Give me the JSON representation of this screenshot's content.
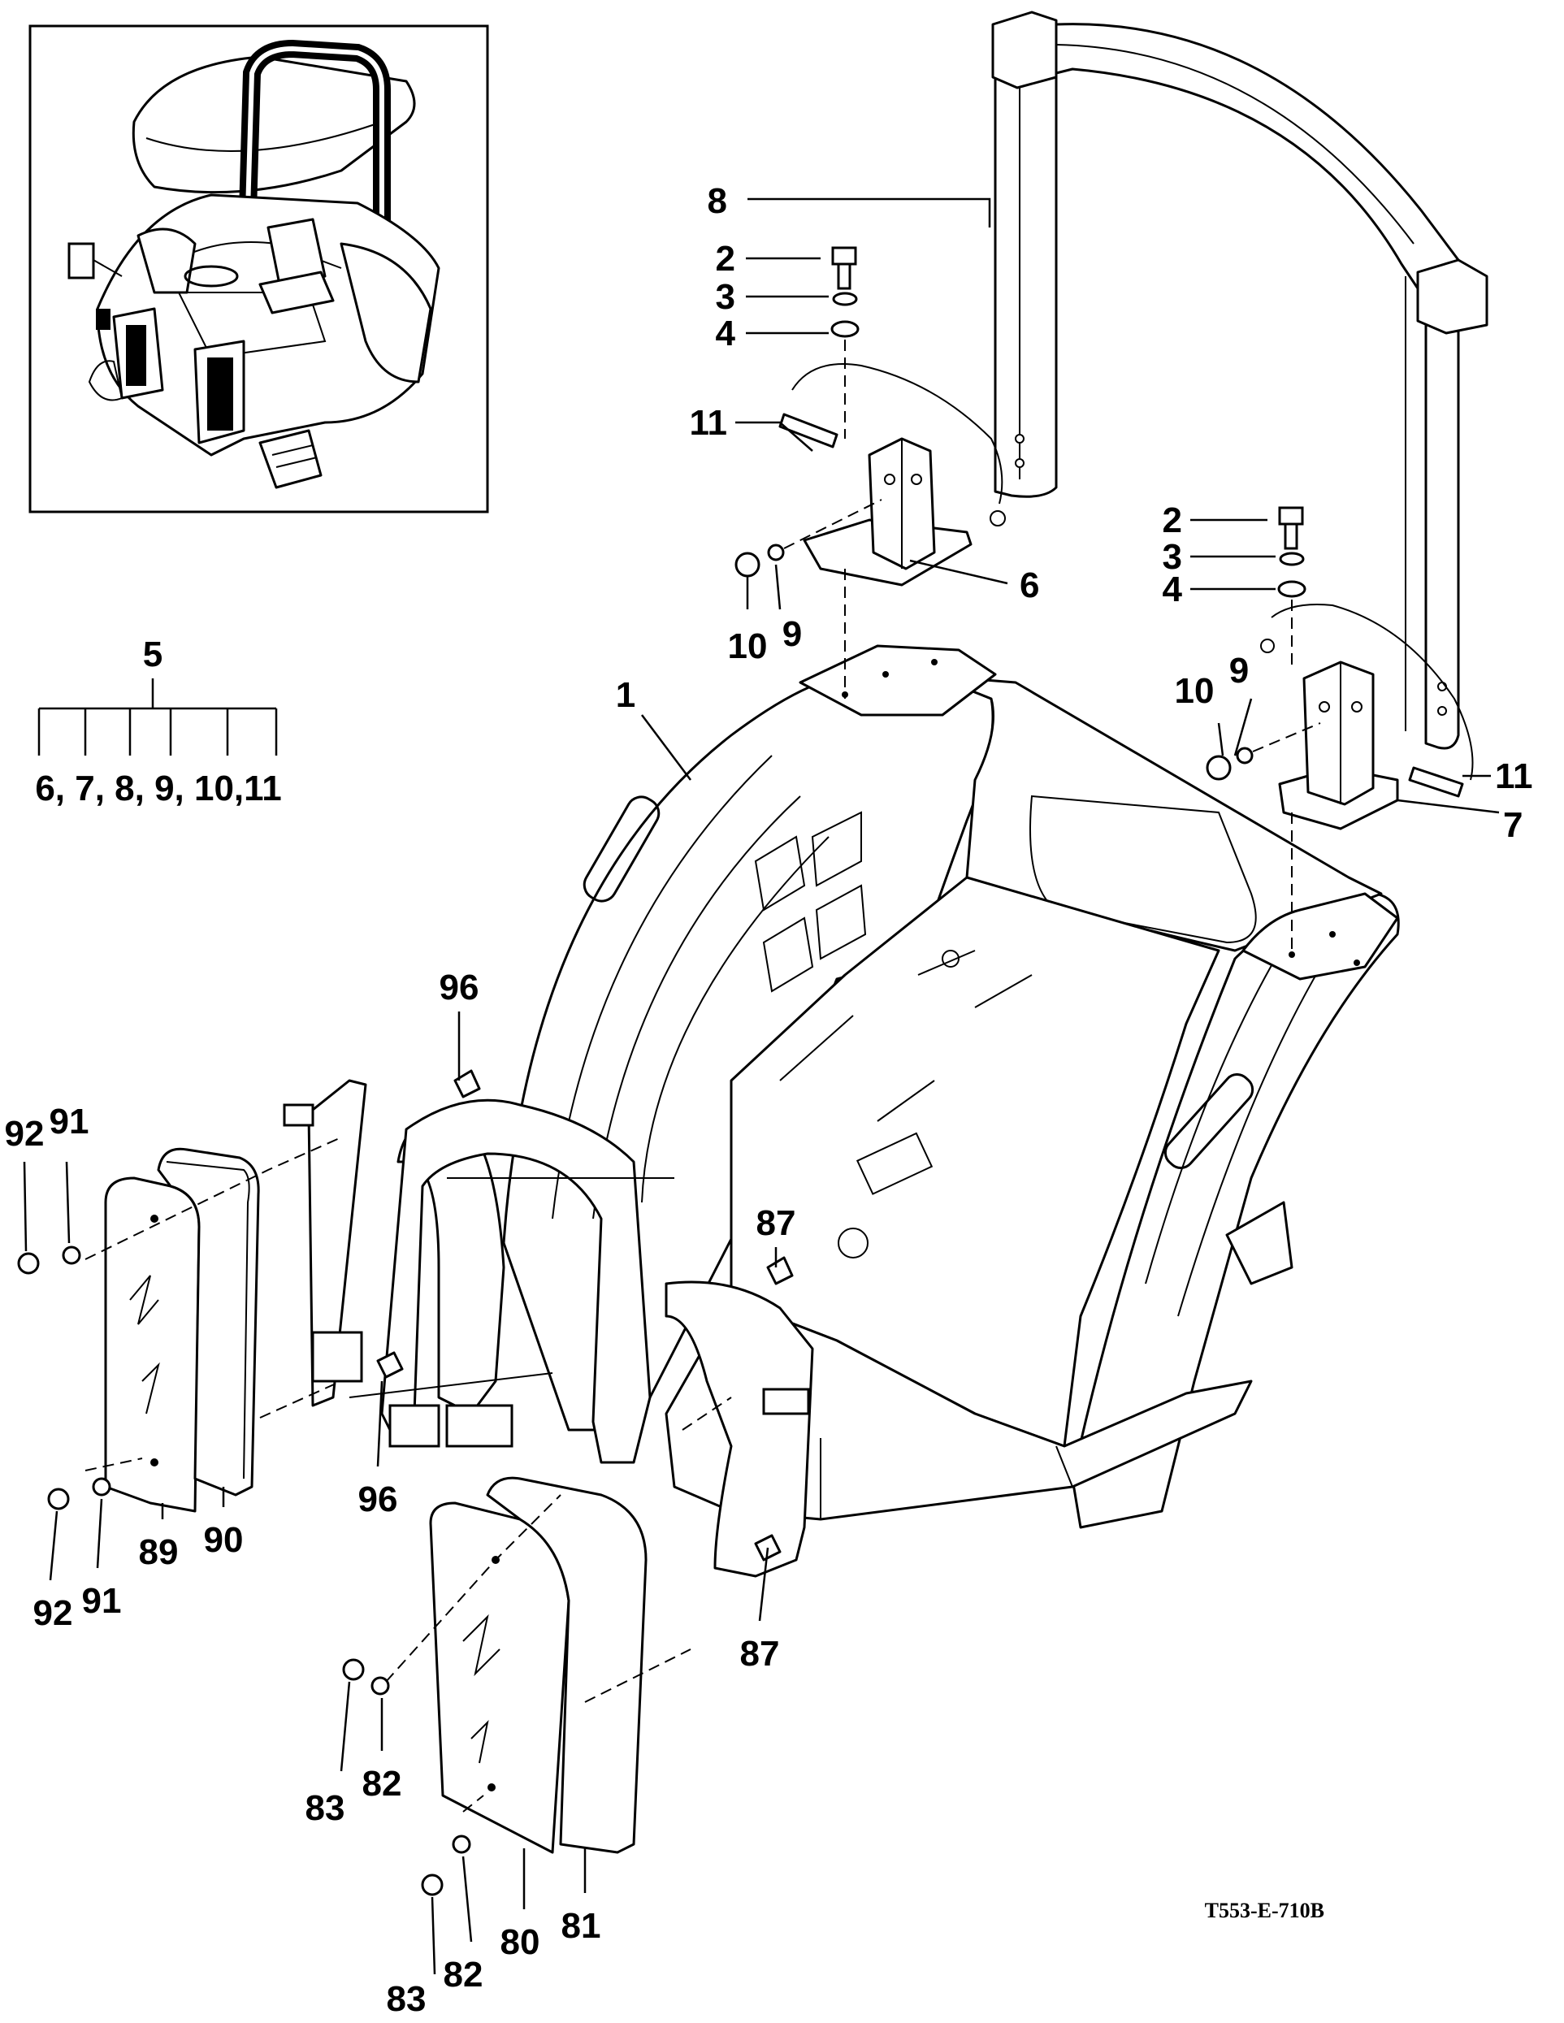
{
  "figure": {
    "reference_code": "T553-E-710B",
    "inset": {
      "description_icon": "tractor-rops-overview-icon"
    },
    "group": {
      "number": "5",
      "members_label": "6, 7, 8, 9, 10,11"
    },
    "callouts": {
      "c1": "1",
      "c2a": "2",
      "c3a": "3",
      "c4a": "4",
      "c2b": "2",
      "c3b": "3",
      "c4b": "4",
      "c6": "6",
      "c7": "7",
      "c8": "8",
      "c9a": "9",
      "c9b": "9",
      "c10a": "10",
      "c10b": "10",
      "c11a": "11",
      "c11b": "11",
      "c80": "80",
      "c81": "81",
      "c82a": "82",
      "c82b": "82",
      "c83a": "83",
      "c83b": "83",
      "c87a": "87",
      "c87b": "87",
      "c89": "89",
      "c90": "90",
      "c91a": "91",
      "c91b": "91",
      "c92a": "92",
      "c92b": "92",
      "c96a": "96",
      "c96b": "96"
    }
  }
}
